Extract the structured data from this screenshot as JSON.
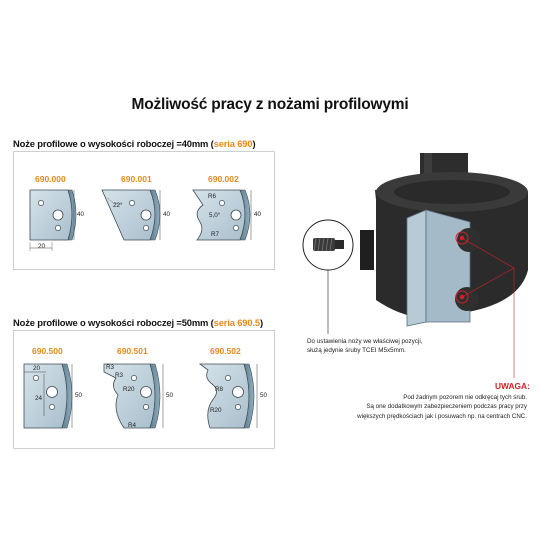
{
  "title": "Możliwość pracy z nożami profilowymi",
  "section_40": {
    "heading": "Noże profilowe o wysokości roboczej =40mm (",
    "series": "seria 690",
    "close": ")"
  },
  "section_50": {
    "heading": "Noże profilowe o wysokości roboczej =50mm (",
    "series": "seria 690.5",
    "close": ")"
  },
  "knives_40": [
    {
      "code": "690.000",
      "dims": [
        "40",
        "20"
      ]
    },
    {
      "code": "690.001",
      "dims": [
        "22°",
        "40"
      ]
    },
    {
      "code": "690.002",
      "dims": [
        "R6",
        "5,0°",
        "R7",
        "40"
      ]
    }
  ],
  "knives_50": [
    {
      "code": "690.500",
      "dims": [
        "20",
        "24",
        "50"
      ]
    },
    {
      "code": "690.501",
      "dims": [
        "R3",
        "R3",
        "R20",
        "R4",
        "50"
      ]
    },
    {
      "code": "690.502",
      "dims": [
        "R8",
        "R20",
        "50"
      ]
    }
  ],
  "screw_note": [
    "Do ustawienia noży we właściwej pozycji,",
    "służą jedynie śruby TCEI M5x5mm."
  ],
  "warning": {
    "title": "UWAGA:",
    "lines": [
      "Pod żadnym pozorem nie odkręcaj tych śrub.",
      "Są one dodatkowym zabezpieczeniem podczas pracy przy",
      "większych prędkościach jak i posuwach np. na centrach CNC."
    ]
  },
  "colors": {
    "accent": "#e8891b",
    "warning": "#d41f25",
    "steel": "#b8ccd8",
    "tool_body": "#2b2b2b"
  }
}
